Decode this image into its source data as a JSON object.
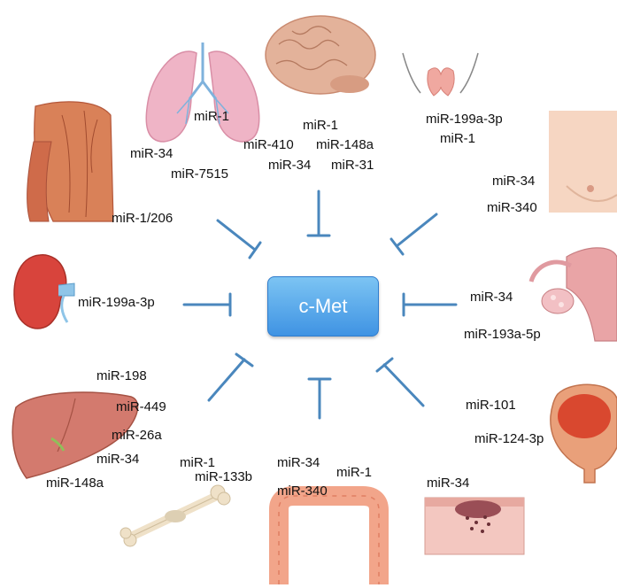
{
  "center": {
    "label": "c-Met"
  },
  "colors": {
    "arrow": "#4a87bd",
    "box_top": "#7cc4f3",
    "box_bottom": "#3f93e3",
    "tissue_pink": "#e8a48d",
    "kidney_red": "#d8443c",
    "muscle_red": "#cf6b4a"
  },
  "organs": [
    {
      "name": "lung",
      "mirnas": [
        "miR-1",
        "miR-34",
        "miR-7515"
      ]
    },
    {
      "name": "brain",
      "mirnas": [
        "miR-1",
        "miR-410",
        "miR-148a",
        "miR-34",
        "miR-31"
      ]
    },
    {
      "name": "thyroid",
      "mirnas": [
        "miR-199a-3p",
        "miR-1"
      ]
    },
    {
      "name": "muscle",
      "mirnas": [
        "miR-1/206"
      ]
    },
    {
      "name": "breast",
      "mirnas": [
        "miR-34",
        "miR-340"
      ]
    },
    {
      "name": "kidney",
      "mirnas": [
        "miR-199a-3p"
      ]
    },
    {
      "name": "ovary",
      "mirnas": [
        "miR-34",
        "miR-193a-5p"
      ]
    },
    {
      "name": "liver",
      "mirnas": [
        "miR-198",
        "miR-449",
        "miR-26a",
        "miR-34",
        "miR-148a"
      ]
    },
    {
      "name": "bone",
      "mirnas": [
        "miR-1",
        "miR-133b"
      ]
    },
    {
      "name": "colon",
      "mirnas": [
        "miR-34",
        "miR-340",
        "miR-1"
      ]
    },
    {
      "name": "skin",
      "mirnas": [
        "miR-34"
      ]
    },
    {
      "name": "bladder",
      "mirnas": [
        "miR-101",
        "miR-124-3p"
      ]
    }
  ]
}
